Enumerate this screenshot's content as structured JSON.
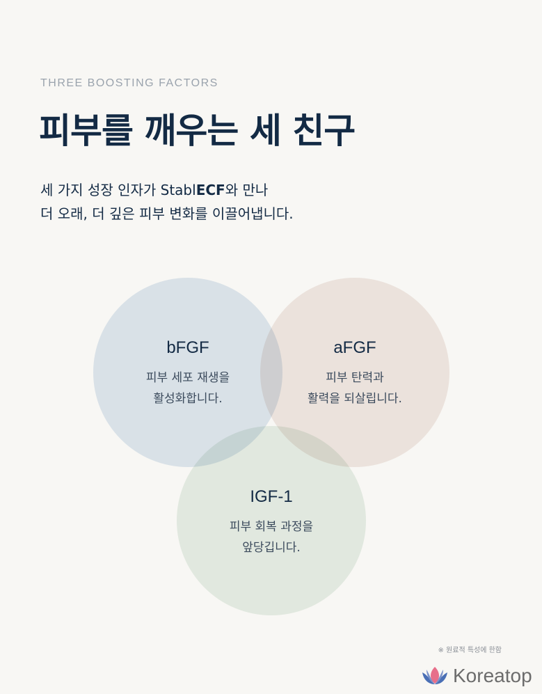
{
  "eyebrow": "THREE BOOSTING FACTORS",
  "title": "피부를 깨우는 세 친구",
  "subtitle": {
    "line1_a": "세 가지 성장 인자가 ",
    "line1_b": "Stabl",
    "line1_c": "ECF",
    "line1_d": "와 만나",
    "line2": "더 오래, 더 깊은 피부 변화를 이끌어냅니다."
  },
  "factors": [
    {
      "name": "bFGF",
      "line1": "피부 세포 재생을",
      "line2": "활성화합니다.",
      "color": "#d6e1ee"
    },
    {
      "name": "aFGF",
      "line1": "피부 탄력과",
      "line2": "활력을 되살립니다.",
      "color": "#ece1db"
    },
    {
      "name": "IGF-1",
      "line1": "피부 회복 과정을",
      "line2": "앞당깁니다.",
      "color": "#deeae0"
    }
  ],
  "note": "※ 원료적 특성에 한함",
  "brand": "Koreatop"
}
